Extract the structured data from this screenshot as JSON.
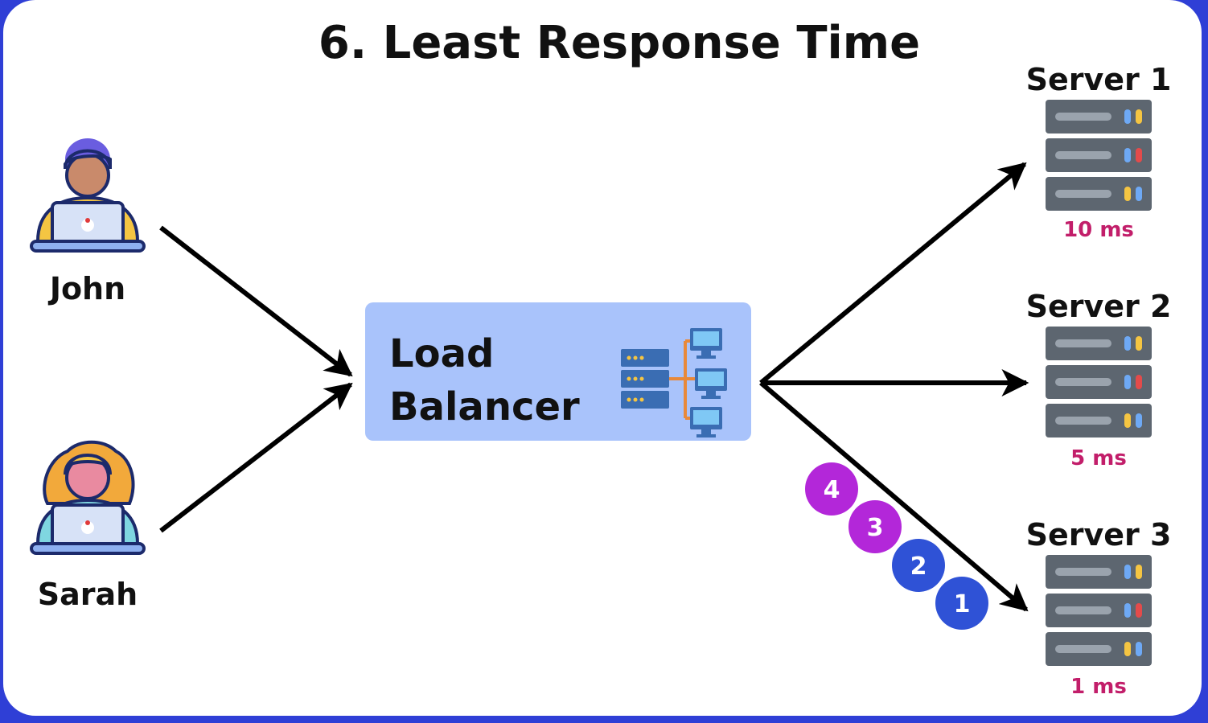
{
  "title": "6. Least Response Time",
  "clients": [
    {
      "name": "John"
    },
    {
      "name": "Sarah"
    }
  ],
  "load_balancer": {
    "line1": "Load",
    "line2": "Balancer"
  },
  "servers": [
    {
      "name": "Server 1",
      "response_time": "10 ms"
    },
    {
      "name": "Server 2",
      "response_time": "5 ms"
    },
    {
      "name": "Server 3",
      "response_time": "1 ms"
    }
  ],
  "requests": [
    {
      "label": "4",
      "color": "#b327d9"
    },
    {
      "label": "3",
      "color": "#b327d9"
    },
    {
      "label": "2",
      "color": "#2f52d6"
    },
    {
      "label": "1",
      "color": "#2f52d6"
    }
  ],
  "colors": {
    "background": "#2f3fd6",
    "load_balancer_fill": "#a9c3fb",
    "response_time": "#c21e6a",
    "arrow": "#000000"
  },
  "icons": {
    "john": "developer-laptop-icon",
    "sarah": "developer-laptop-icon",
    "load_balancer": "network-server-icon",
    "server": "server-rack-icon"
  }
}
